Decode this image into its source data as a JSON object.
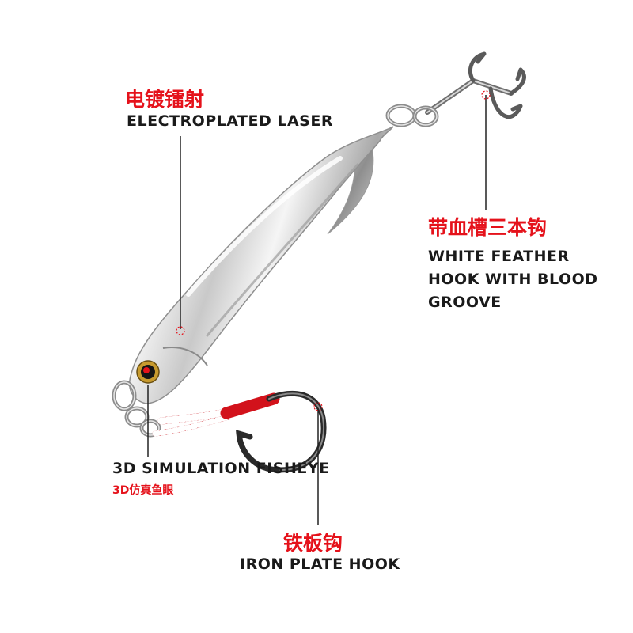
{
  "labels": {
    "electroplated": {
      "cn": "电镀镭射",
      "en": "ELECTROPLATED LASER"
    },
    "treble_hook": {
      "cn": "带血槽三本钩",
      "en_lines": [
        "WHITE FEATHER",
        "HOOK WITH BLOOD",
        "GROOVE"
      ]
    },
    "fisheye": {
      "en": "3D SIMULATION FISHEYE",
      "cn": "3D仿真鱼眼"
    },
    "iron_plate_hook": {
      "cn": "铁板钩",
      "en": "IRON PLATE HOOK"
    }
  },
  "colors": {
    "accent_red": "#e5121b",
    "text_dark": "#1a1a1a",
    "leader_line": "#222222"
  }
}
